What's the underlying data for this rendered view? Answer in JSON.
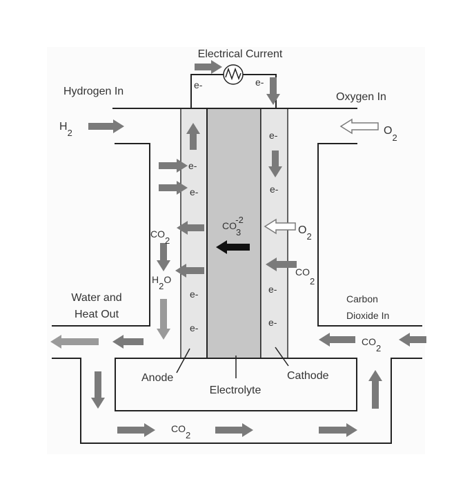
{
  "title": "Electrical Current",
  "labels": {
    "hydrogen_in": "Hydrogen In",
    "oxygen_in": "Oxygen In",
    "water_heat_out_1": "Water and",
    "water_heat_out_2": "Heat Out",
    "co2_in_1": "Carbon",
    "co2_in_2": "Dioxide  In",
    "anode": "Anode",
    "electrolyte": "Electrolyte",
    "cathode": "Cathode"
  },
  "species": {
    "h2": {
      "base": "H",
      "sub": "2"
    },
    "o2": {
      "base": "O",
      "sub": "2"
    },
    "co2": {
      "base": "CO",
      "sub": "2"
    },
    "h2o": {
      "base": "H",
      "sub": "2",
      "tail": "O"
    },
    "co3": {
      "base": "CO",
      "sub": "3",
      "sup": "-2"
    },
    "electron": "e-"
  },
  "colors": {
    "arrow": "#7a7a7a",
    "arrow_light": "#9a9a9a",
    "electrode": "#e6e6e6",
    "electrolyte": "#c6c6c6",
    "line": "#222222"
  }
}
